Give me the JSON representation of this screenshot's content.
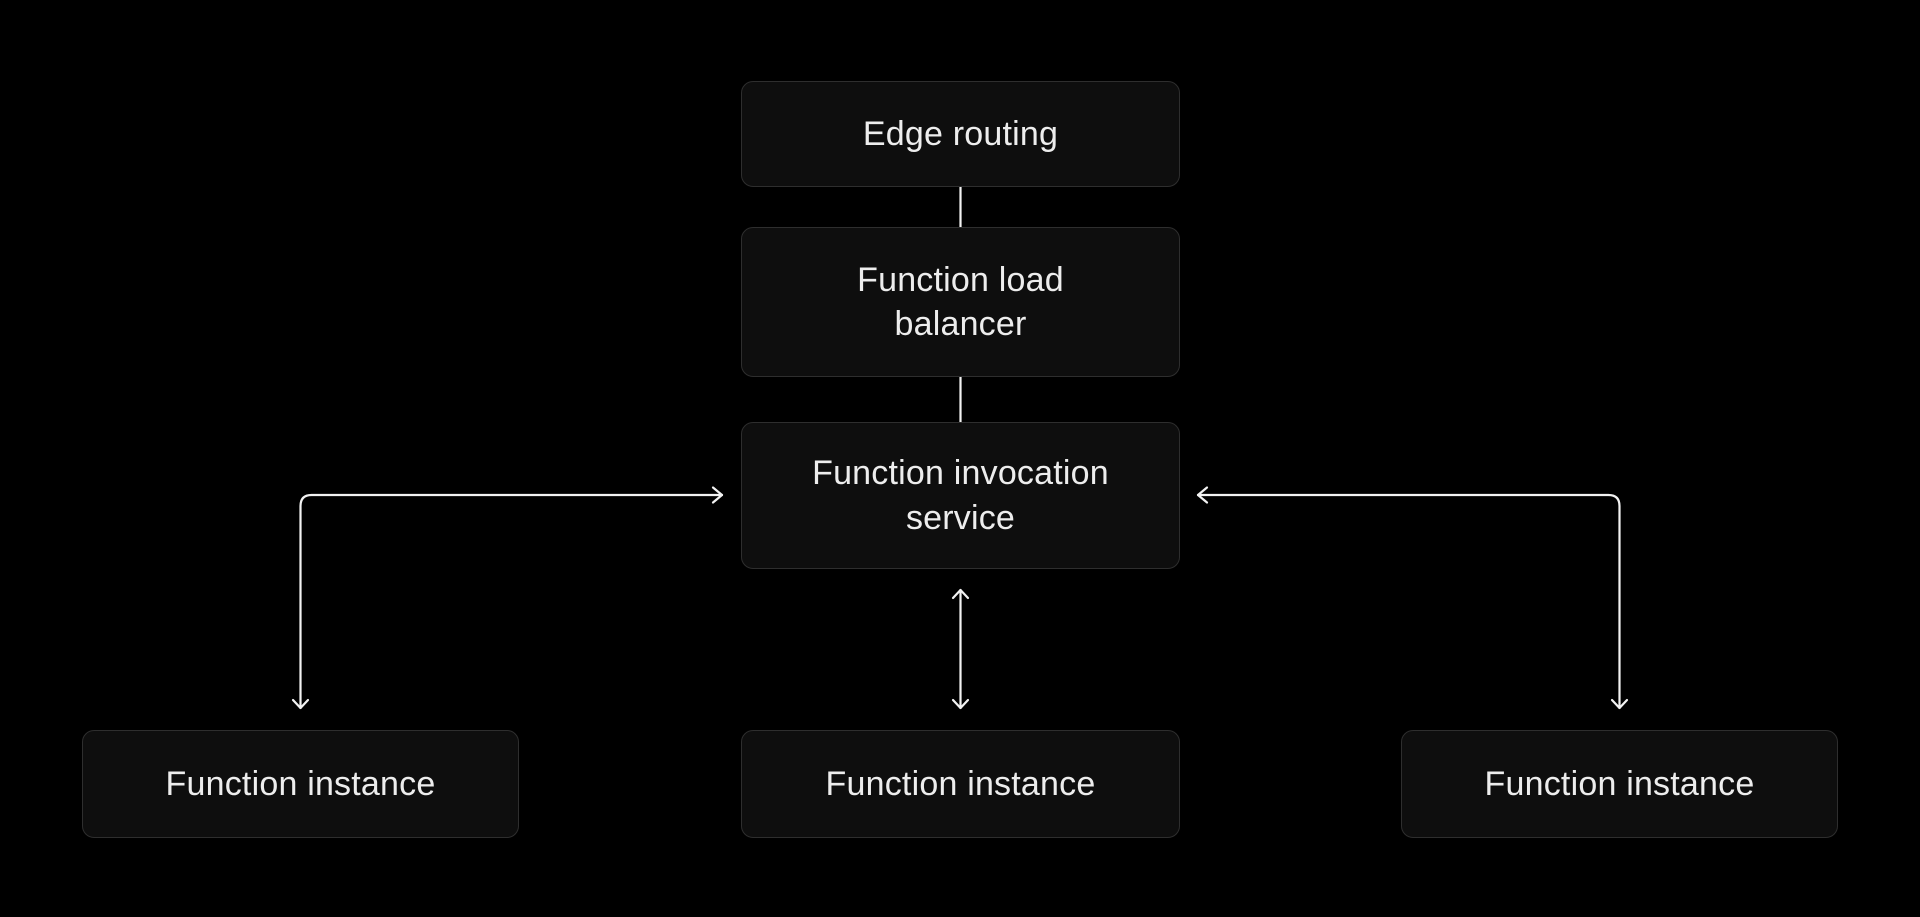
{
  "colors": {
    "background": "#000000",
    "node_fill": "#0E0E0E",
    "node_border": "#2E2E2E",
    "text": "#EDEDED",
    "connector": "#F2F2F2"
  },
  "diagram": {
    "nodes": {
      "edge_routing": {
        "label": "Edge routing"
      },
      "load_balancer": {
        "label": "Function load balancer"
      },
      "invocation_service": {
        "label": "Function invocation service"
      },
      "instance_left": {
        "label": "Function instance"
      },
      "instance_center": {
        "label": "Function instance"
      },
      "instance_right": {
        "label": "Function instance"
      }
    },
    "edges": [
      {
        "from": "edge_routing",
        "to": "load_balancer",
        "style": "plain-line"
      },
      {
        "from": "load_balancer",
        "to": "invocation_service",
        "style": "plain-line"
      },
      {
        "from": "invocation_service",
        "to": "instance_center",
        "style": "double-headed-arrow"
      },
      {
        "from": "invocation_service",
        "to": "instance_left",
        "style": "double-headed-elbow-arrow"
      },
      {
        "from": "invocation_service",
        "to": "instance_right",
        "style": "double-headed-elbow-arrow"
      }
    ]
  }
}
